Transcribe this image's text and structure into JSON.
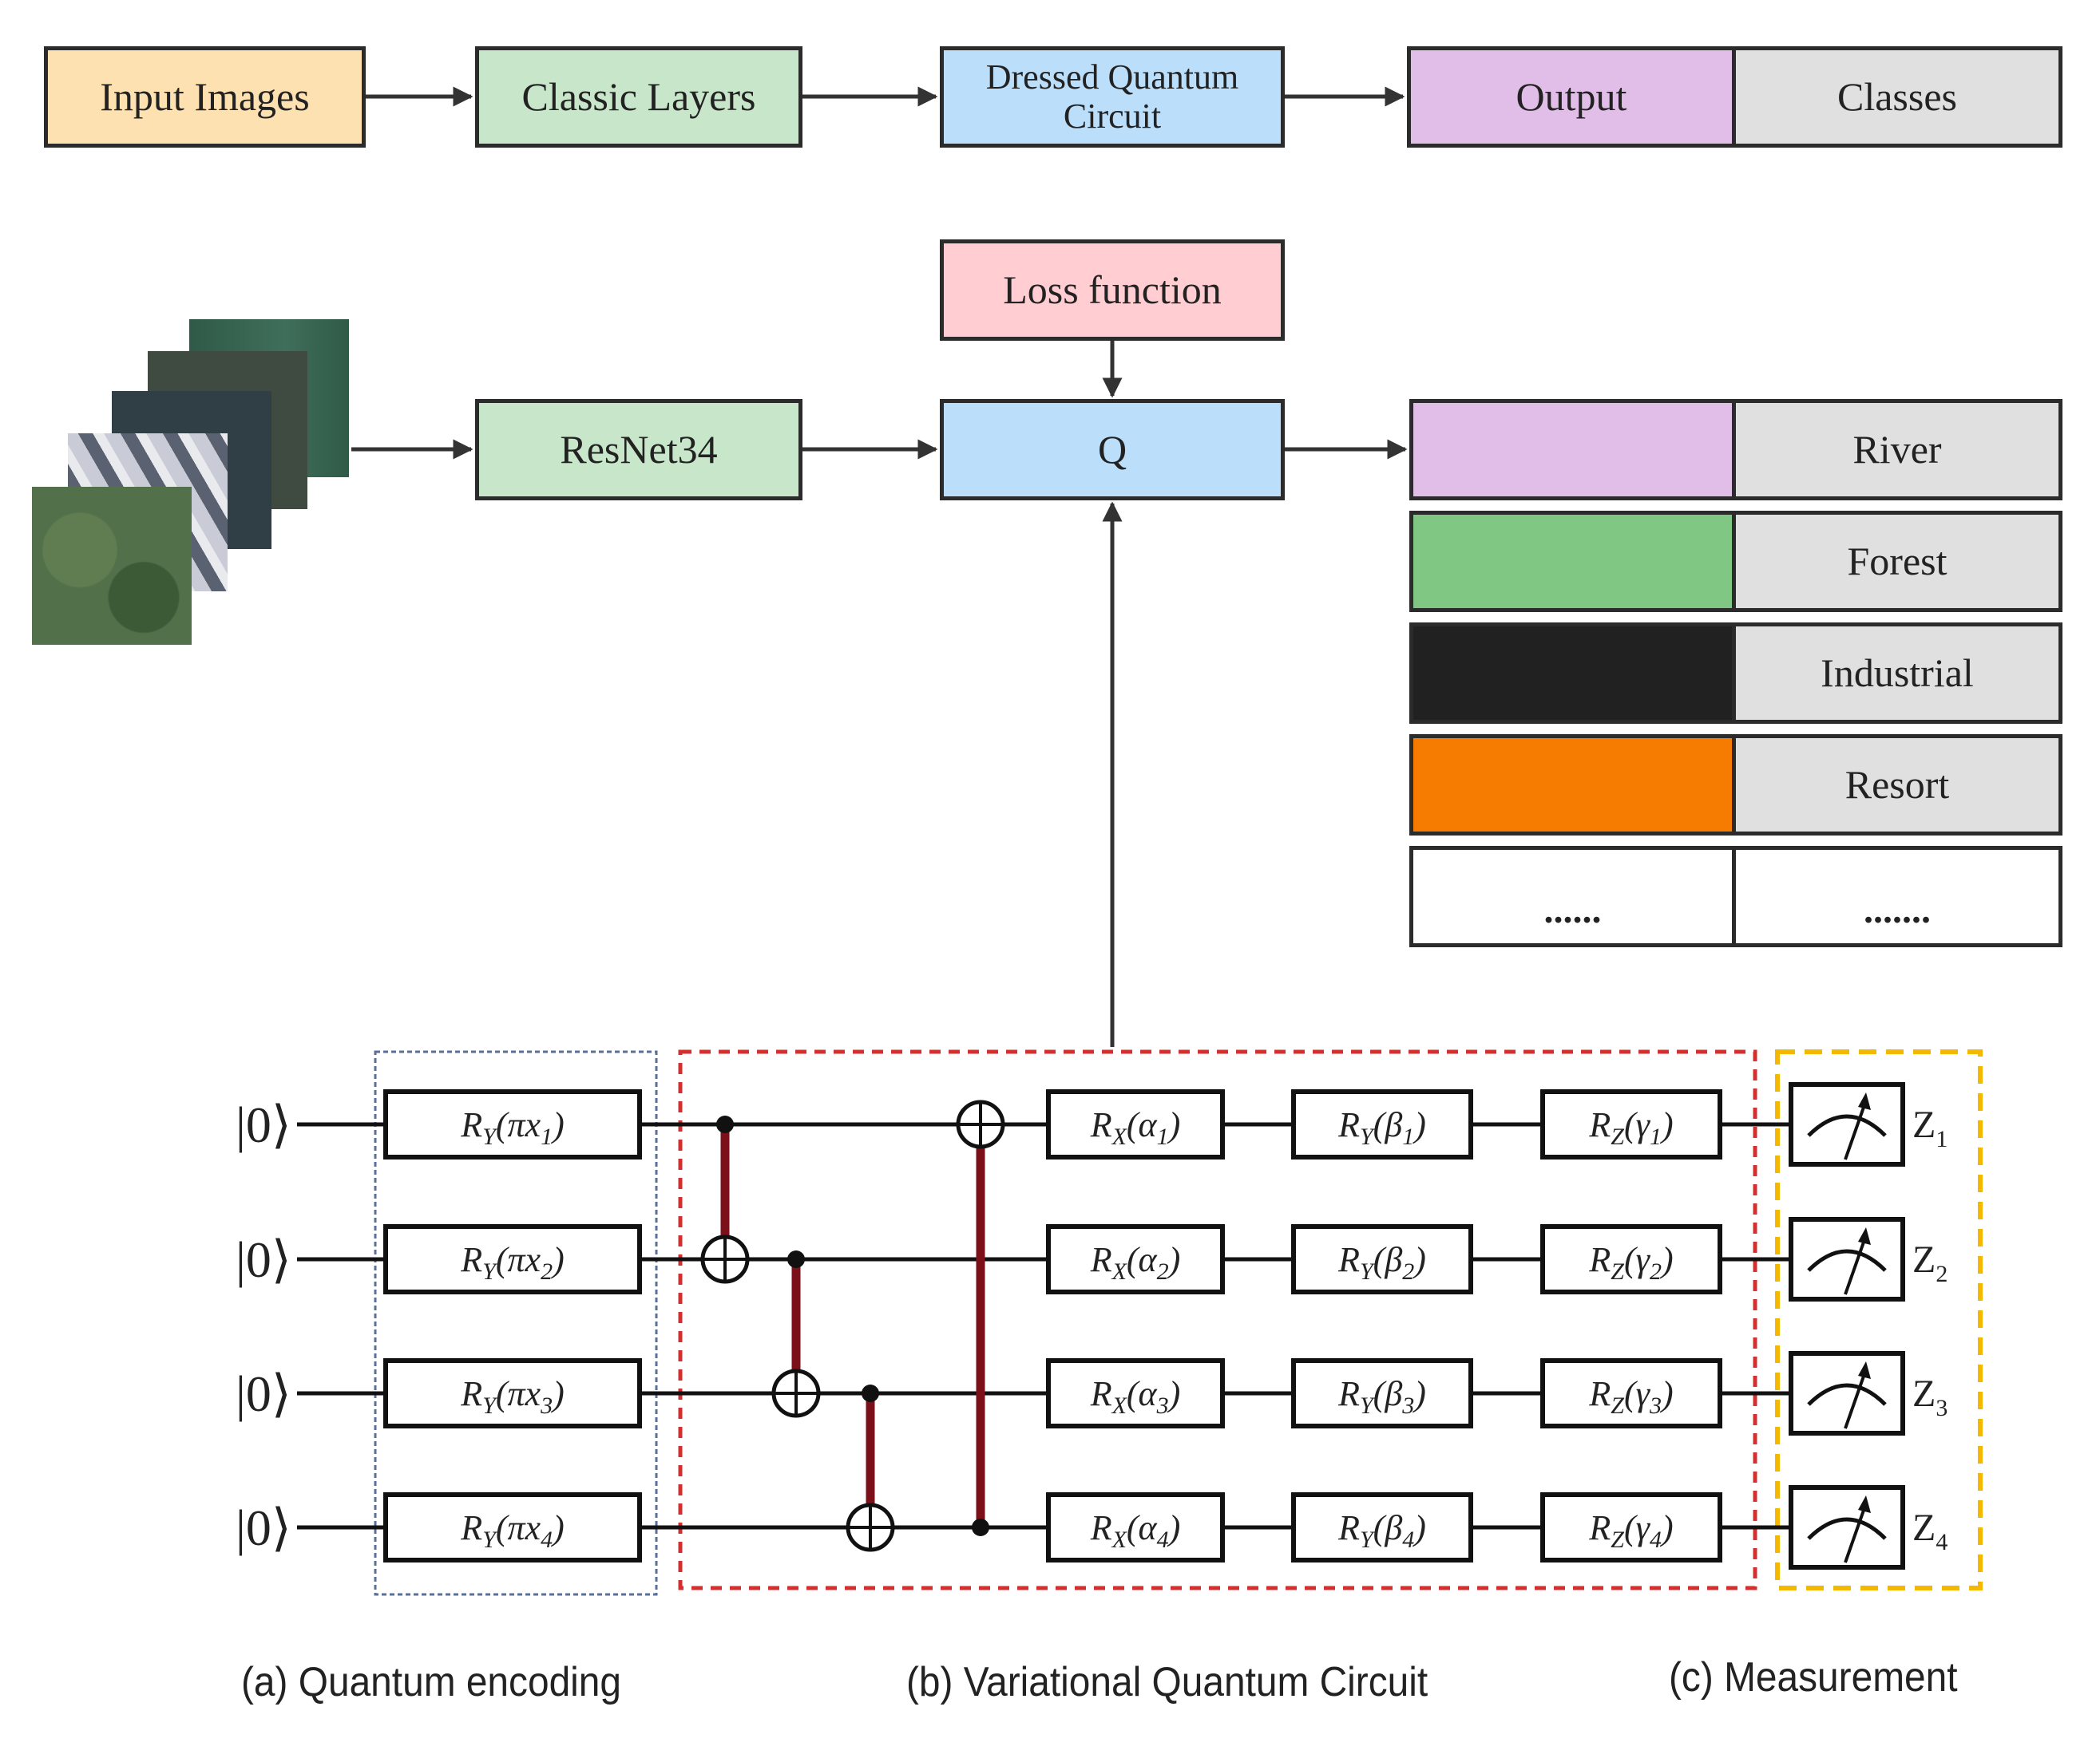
{
  "pipeline_top": {
    "input": {
      "label": "Input Images",
      "color": "#fde1b0"
    },
    "classic": {
      "label": "Classic Layers",
      "color": "#c8e6c9"
    },
    "dqc": {
      "label_line1": "Dressed Quantum",
      "label_line2": "Circuit",
      "color": "#bbdefb"
    },
    "output": {
      "label": "Output",
      "color": "#e1bee7"
    },
    "classes": {
      "label": "Classes",
      "color": "#e0e0e0"
    }
  },
  "pipeline_mid": {
    "loss": {
      "label": "Loss function",
      "color": "#ffcdd2"
    },
    "resnet": {
      "label": "ResNet34",
      "color": "#c8e6c9"
    },
    "q": {
      "label": "Q",
      "color": "#bbdefb"
    },
    "input_images": [
      {
        "name": "satellite-image-1",
        "color": "#3a5f4e"
      },
      {
        "name": "satellite-image-2",
        "color": "#3f4a40"
      },
      {
        "name": "satellite-image-3",
        "color": "#2f3f45"
      },
      {
        "name": "satellite-image-4",
        "color": "#8a8f9a"
      },
      {
        "name": "satellite-image-5",
        "color": "#4d6b45"
      }
    ]
  },
  "classes": [
    {
      "label": "River",
      "swatch": "#e1bee7"
    },
    {
      "label": "Forest",
      "swatch": "#81c784"
    },
    {
      "label": "Industrial",
      "swatch": "#212121"
    },
    {
      "label": "Resort",
      "swatch": "#f57c00"
    },
    {
      "label": ".......",
      "swatch": "#ffffff",
      "swatch_text": "......"
    }
  ],
  "circuit": {
    "initial_state": "|0⟩",
    "encoding_gates": [
      {
        "op": "R",
        "axis": "Y",
        "arg": "πx",
        "idx": "1"
      },
      {
        "op": "R",
        "axis": "Y",
        "arg": "πx",
        "idx": "2"
      },
      {
        "op": "R",
        "axis": "Y",
        "arg": "πx",
        "idx": "3"
      },
      {
        "op": "R",
        "axis": "Y",
        "arg": "πx",
        "idx": "4"
      }
    ],
    "rx_gates": [
      {
        "op": "R",
        "axis": "X",
        "arg": "α",
        "idx": "1"
      },
      {
        "op": "R",
        "axis": "X",
        "arg": "α",
        "idx": "2"
      },
      {
        "op": "R",
        "axis": "X",
        "arg": "α",
        "idx": "3"
      },
      {
        "op": "R",
        "axis": "X",
        "arg": "α",
        "idx": "4"
      }
    ],
    "ry_gates": [
      {
        "op": "R",
        "axis": "Y",
        "arg": "β",
        "idx": "1"
      },
      {
        "op": "R",
        "axis": "Y",
        "arg": "β",
        "idx": "2"
      },
      {
        "op": "R",
        "axis": "Y",
        "arg": "β",
        "idx": "3"
      },
      {
        "op": "R",
        "axis": "Y",
        "arg": "β",
        "idx": "4"
      }
    ],
    "rz_gates": [
      {
        "op": "R",
        "axis": "Z",
        "arg": "γ",
        "idx": "1"
      },
      {
        "op": "R",
        "axis": "Z",
        "arg": "γ",
        "idx": "2"
      },
      {
        "op": "R",
        "axis": "Z",
        "arg": "γ",
        "idx": "3"
      },
      {
        "op": "R",
        "axis": "Z",
        "arg": "γ",
        "idx": "4"
      }
    ],
    "cnots": [
      {
        "control": 1,
        "target": 2
      },
      {
        "control": 2,
        "target": 3
      },
      {
        "control": 3,
        "target": 4
      },
      {
        "control": 4,
        "target": 1
      }
    ],
    "measurements": [
      {
        "label": "Z",
        "idx": "1"
      },
      {
        "label": "Z",
        "idx": "2"
      },
      {
        "label": "Z",
        "idx": "3"
      },
      {
        "label": "Z",
        "idx": "4"
      }
    ],
    "colors": {
      "cnot_line": "#7b0f1a",
      "encoding_border": "#5b6f9a",
      "vqc_border": "#d32f2f",
      "measure_border": "#f5b800"
    }
  },
  "captions": {
    "a": "(a) Quantum encoding",
    "b": "(b) Variational Quantum Circuit",
    "c": "(c) Measurement"
  }
}
